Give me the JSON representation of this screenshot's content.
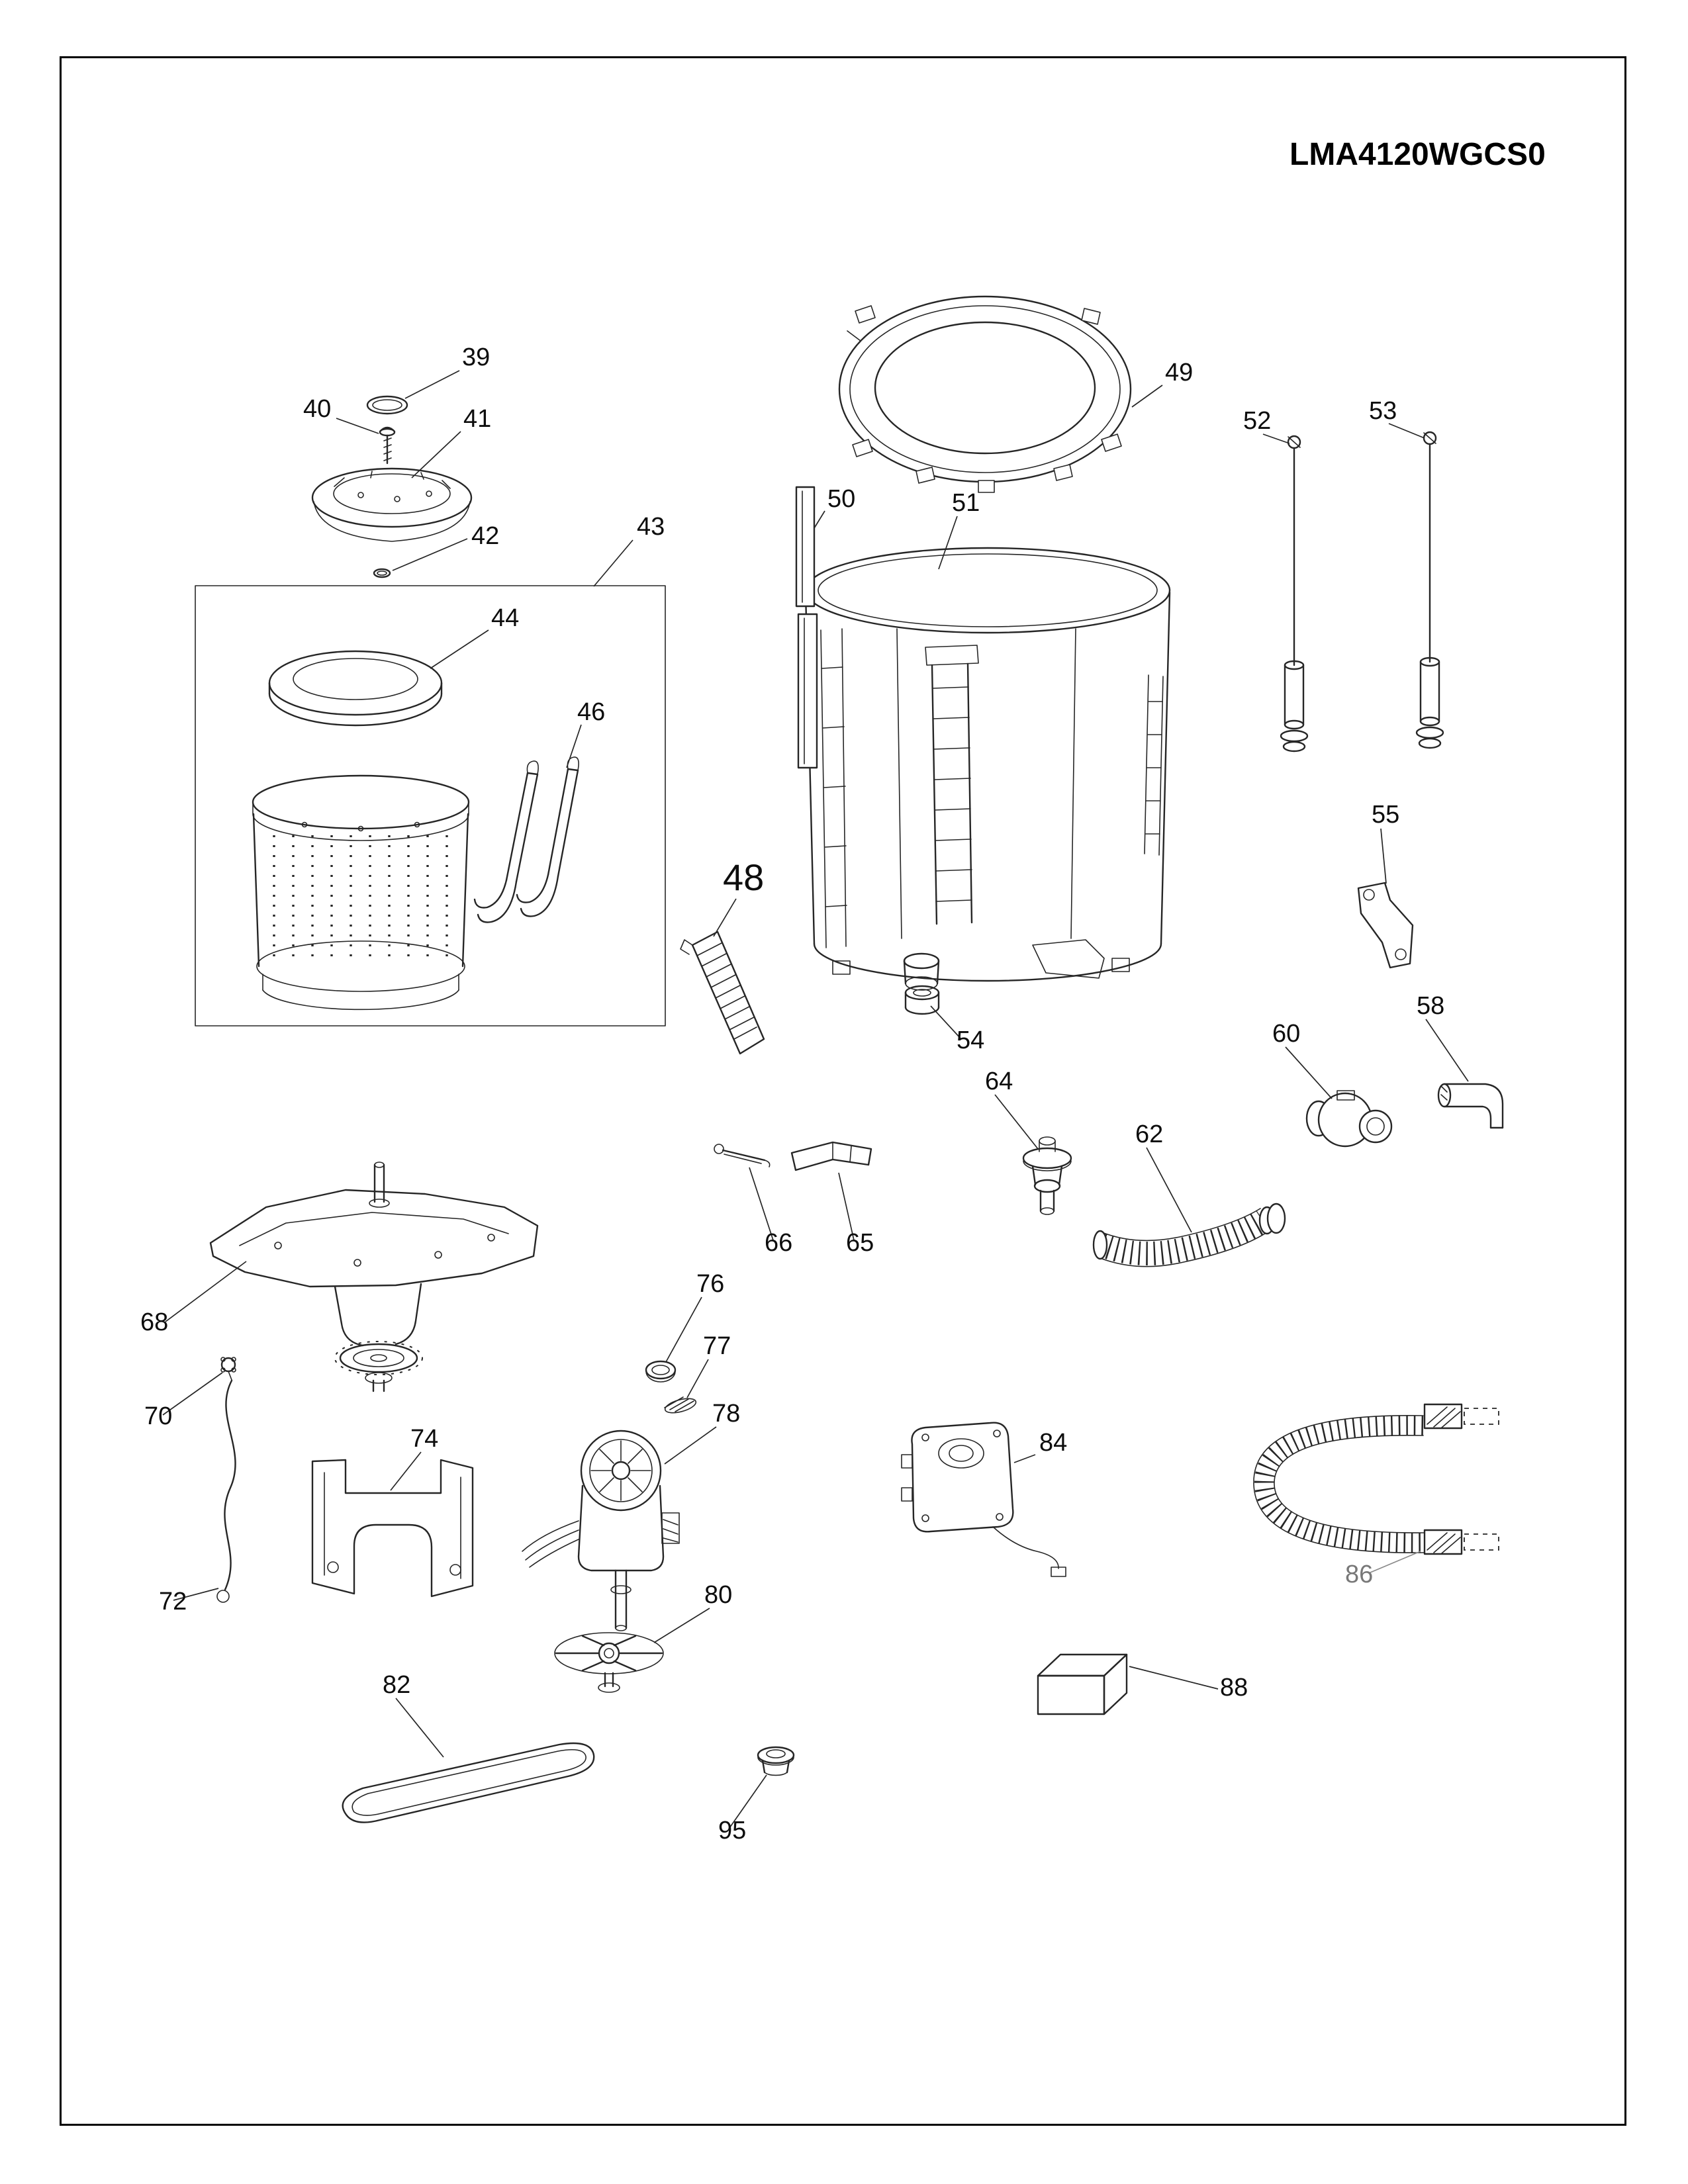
{
  "header": {
    "model_number": "LMA4120WGCS0"
  },
  "callouts": {
    "39": "39",
    "40": "40",
    "41": "41",
    "42": "42",
    "43": "43",
    "44": "44",
    "46": "46",
    "48": "48",
    "49": "49",
    "50": "50",
    "51": "51",
    "52": "52",
    "53": "53",
    "54": "54",
    "55": "55",
    "58": "58",
    "60": "60",
    "62": "62",
    "64": "64",
    "65": "65",
    "66": "66",
    "68": "68",
    "70": "70",
    "72": "72",
    "74": "74",
    "76": "76",
    "77": "77",
    "78": "78",
    "80": "80",
    "82": "82",
    "84": "84",
    "86": "86",
    "88": "88",
    "95": "95"
  },
  "colors": {
    "ink": "#262626",
    "muted": "#787878",
    "paper": "#ffffff",
    "frame": "#000000"
  }
}
